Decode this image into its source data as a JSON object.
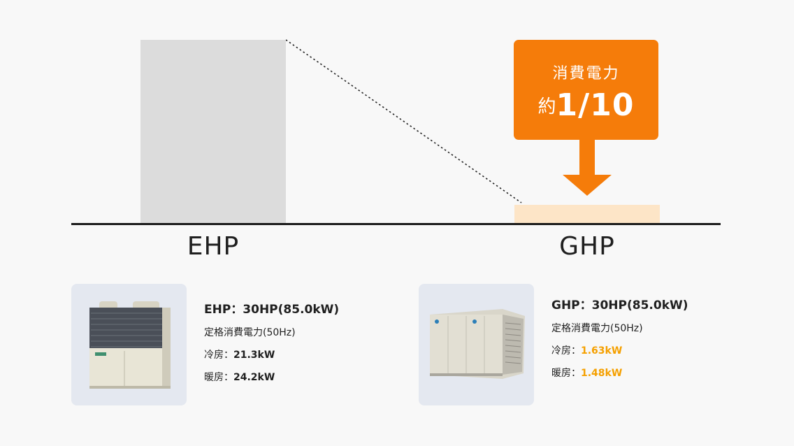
{
  "callout": {
    "title": "消費電力",
    "prefix": "約",
    "ratio": "1/10",
    "color": "#f57c0a"
  },
  "bars": {
    "ehp_label": "EHP",
    "ghp_label": "GHP",
    "ehp_color": "#dcdcdc",
    "ghp_color": "#fde5c7"
  },
  "specs": {
    "ehp": {
      "title": "EHP：30HP(85.0kW)",
      "rated": "定格消費電力(50Hz)",
      "cooling_label": "冷房：",
      "cooling_value": "21.3kW",
      "heating_label": "暖房：",
      "heating_value": "24.2kW"
    },
    "ghp": {
      "title": "GHP：30HP(85.0kW)",
      "rated": "定格消費電力(50Hz)",
      "cooling_label": "冷房：",
      "cooling_value": "1.63kW",
      "heating_label": "暖房：",
      "heating_value": "1.48kW",
      "highlight_color": "#f5a000"
    }
  }
}
